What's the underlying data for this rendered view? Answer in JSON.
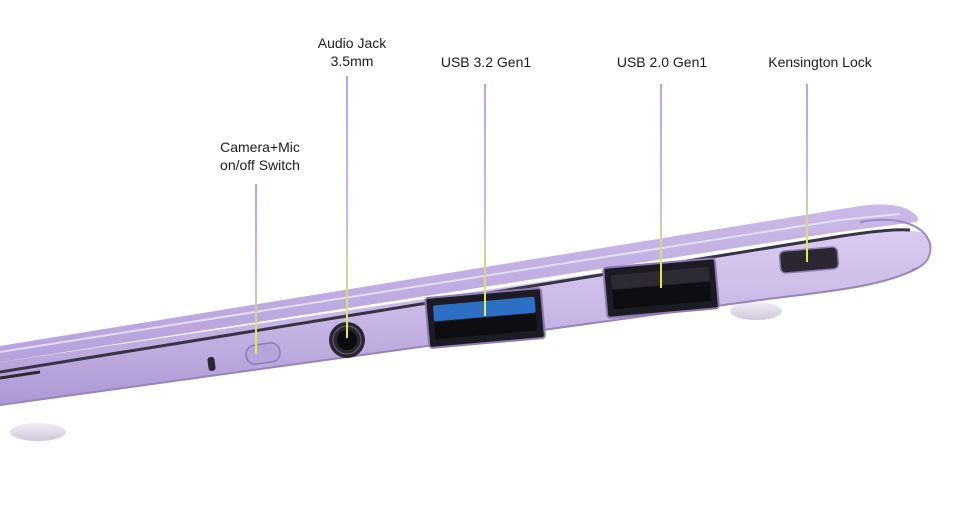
{
  "colors": {
    "chassis": "#c9b7e6",
    "chassis_shadow": "#a895cf",
    "chassis_highlight": "#e3d9f4",
    "callout_line_top": "#b9a2e8",
    "callout_line_bottom": "#dff23a",
    "port_dark": "#1a1820",
    "usb3_blue": "#2d6fc4"
  },
  "callouts": {
    "camera_switch": {
      "line1": "Camera+Mic",
      "line2": "on/off Switch"
    },
    "audio_jack": {
      "line1": "Audio Jack",
      "line2": "3.5mm"
    },
    "usb32": {
      "line1": "USB 3.2 Gen1"
    },
    "usb20": {
      "line1": "USB 2.0 Gen1"
    },
    "kensington": {
      "line1": "Kensington Lock"
    }
  }
}
